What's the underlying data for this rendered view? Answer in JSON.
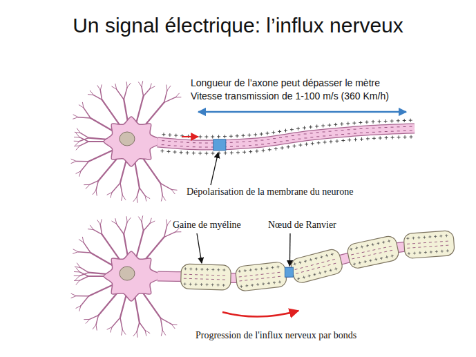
{
  "diagram": {
    "title": "Un signal électrique: l’influx nerveux",
    "labels": [
      "Longueur de l’axone peut dépasser le mètre",
      "Vitesse transmission de 1-100 m/s (360 Km/h)",
      "Dépolarisation de la membrane du neurone",
      "Gaine de myéline",
      "Nœud de Ranvier",
      "Progression de l'influx nerveux par bonds"
    ]
  }
}
